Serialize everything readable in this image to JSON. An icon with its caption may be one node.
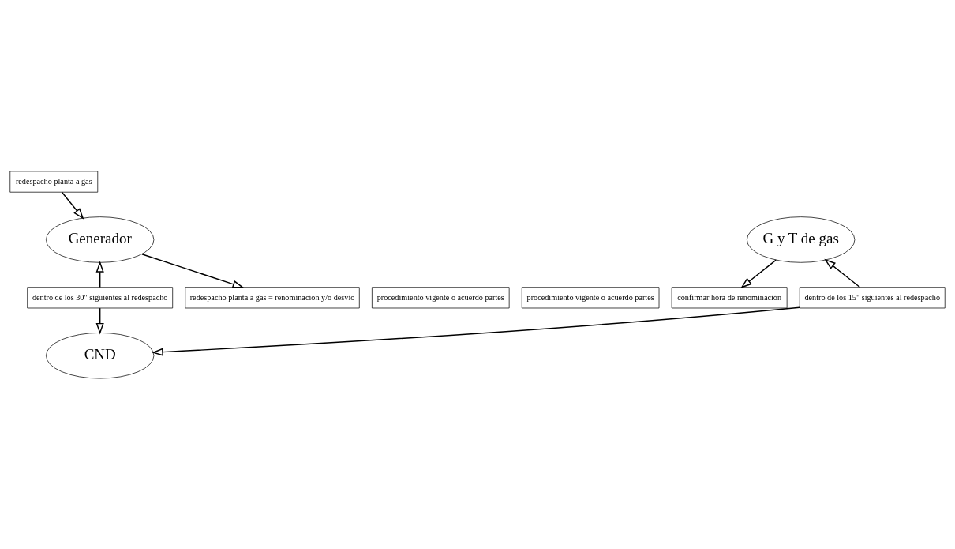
{
  "diagram": {
    "nodes": [
      {
        "text": [
          "Generador"
        ]
      },
      {
        "text": [
          "G y T de gas"
        ]
      },
      {
        "text": [
          "CND"
        ]
      },
      {
        "text": [
          "redespacho planta a gas"
        ]
      },
      {
        "text": [
          "redespacho planta a gas = renominación y/o desvío"
        ]
      },
      {
        "text": [
          "procedimiento vigente o acuerdo partes"
        ]
      },
      {
        "text": [
          "dentro de los 15\" siguientes al redespacho"
        ]
      },
      {
        "text": [
          "dentro de los 30\" siguientes al redespacho"
        ]
      },
      {
        "text": [
          "procedimiento vigente o acuerdo partes"
        ]
      },
      {
        "text": [
          "confirmar hora de renominación"
        ]
      }
    ],
    "edges": [
      {
        "from": 3,
        "to": 0,
        "arrow": "to"
      },
      {
        "from": 0,
        "to": 4,
        "arrow": "to"
      },
      {
        "from": 6,
        "to": 1,
        "arrow": "to"
      },
      {
        "from": 1,
        "to": 9,
        "arrow": "to"
      },
      {
        "from": 6,
        "to": 2,
        "arrow": "to"
      },
      {
        "from": 7,
        "to": 0,
        "arrow": "to"
      },
      {
        "from": 7,
        "to": 2,
        "arrow": "to"
      }
    ]
  }
}
